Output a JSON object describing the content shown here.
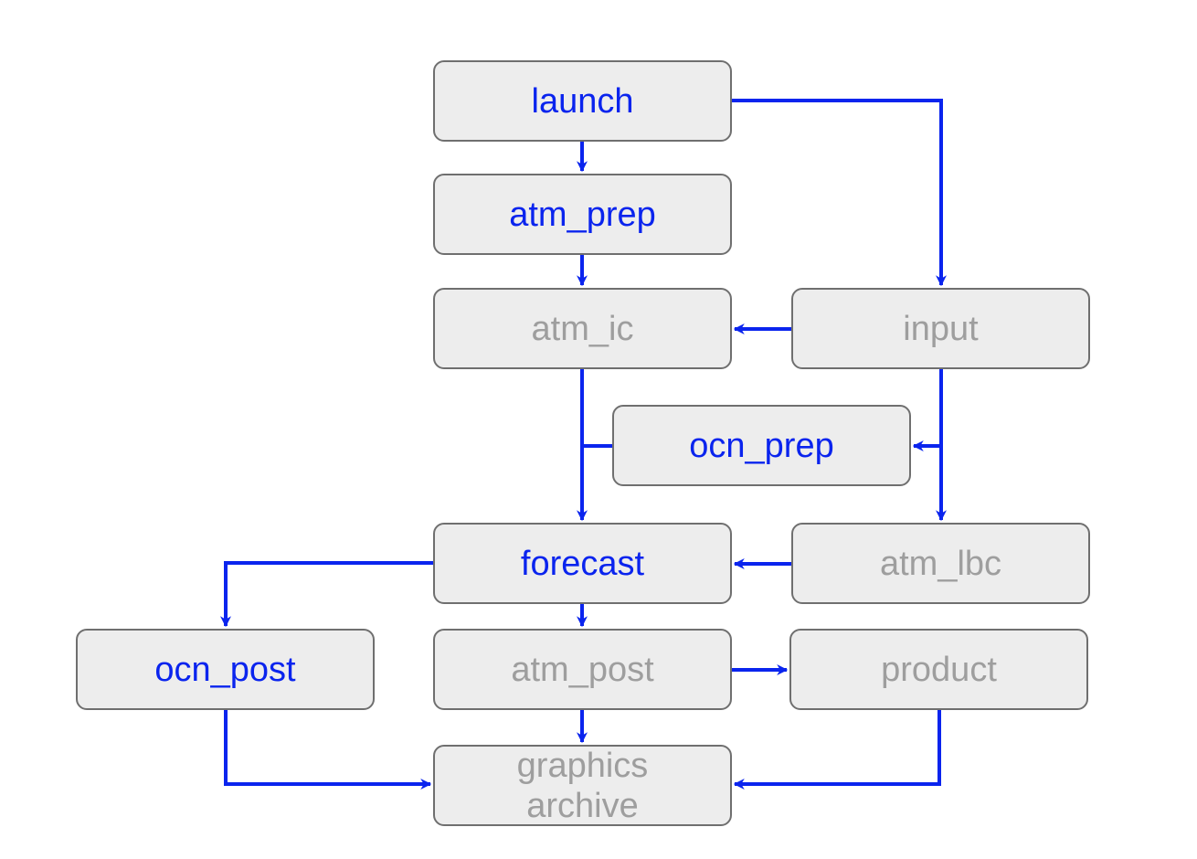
{
  "colors": {
    "accent_blue": "#0a24ee",
    "inactive_text": "#9e9e9e",
    "node_fill": "#ededed",
    "node_border": "#6f6f6f"
  },
  "nodes": {
    "launch": "launch",
    "atm_prep": "atm_prep",
    "atm_ic": "atm_ic",
    "input": "input",
    "ocn_prep": "ocn_prep",
    "forecast": "forecast",
    "atm_lbc": "atm_lbc",
    "ocn_post": "ocn_post",
    "atm_post": "atm_post",
    "product": "product",
    "graphics_archive": "graphics\narchive"
  },
  "edges": [
    {
      "from": "launch",
      "to": "atm_prep"
    },
    {
      "from": "launch",
      "to": "input"
    },
    {
      "from": "atm_prep",
      "to": "atm_ic"
    },
    {
      "from": "input",
      "to": "atm_ic"
    },
    {
      "from": "atm_ic",
      "to": "forecast"
    },
    {
      "from": "ocn_prep",
      "to": "forecast"
    },
    {
      "from": "input",
      "to": "ocn_prep"
    },
    {
      "from": "input",
      "to": "atm_lbc"
    },
    {
      "from": "atm_lbc",
      "to": "forecast"
    },
    {
      "from": "forecast",
      "to": "ocn_post"
    },
    {
      "from": "forecast",
      "to": "atm_post"
    },
    {
      "from": "atm_post",
      "to": "product"
    },
    {
      "from": "atm_post",
      "to": "graphics_archive"
    },
    {
      "from": "ocn_post",
      "to": "graphics_archive"
    },
    {
      "from": "product",
      "to": "graphics_archive"
    }
  ]
}
